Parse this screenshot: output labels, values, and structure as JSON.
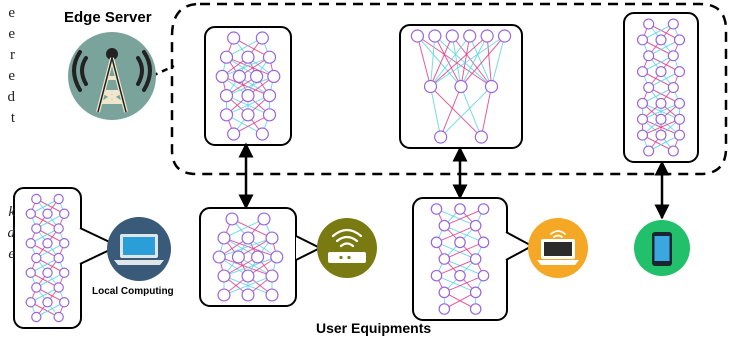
{
  "labels": {
    "edge_server": "Edge Server",
    "local_computing": "Local Computing",
    "user_equipments": "User Equipments"
  },
  "text_fragments": {
    "right_column": [
      "e",
      "e",
      "r",
      "e",
      "d",
      "t"
    ],
    "italic_column": [
      "k",
      "d",
      "e"
    ]
  },
  "colors": {
    "node_stroke": "#9966dd",
    "edge_pink": "#e0408a",
    "edge_cyan": "#5fd6e4",
    "laptop_bg": "#3a5a7a",
    "laptop_screen": "#2a9ed8",
    "router_bg": "#7a7a12",
    "laptop2_bg": "#f5a825",
    "phone_bg": "#22c06a",
    "tower_bg": "#7aa39c"
  },
  "icons": {
    "edge_server": "cell-tower-icon",
    "local": "laptop-icon",
    "ue1": "wifi-router-icon",
    "ue2": "laptop-wifi-icon",
    "ue3": "smartphone-icon"
  }
}
